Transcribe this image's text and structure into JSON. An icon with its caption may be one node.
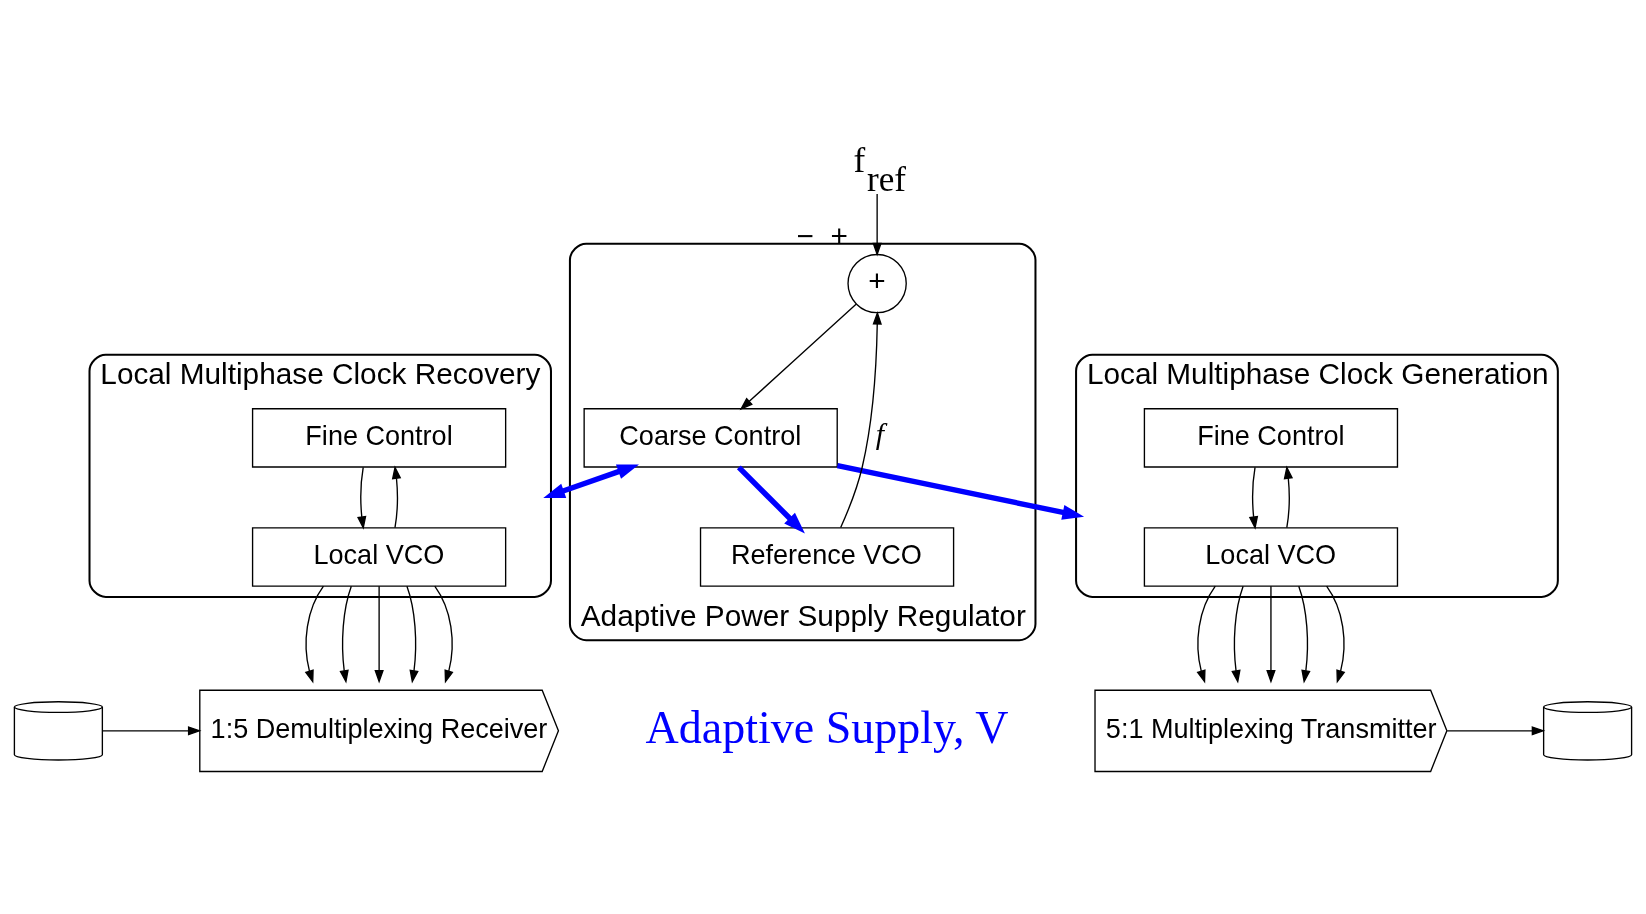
{
  "diagram": {
    "nodes": [
      {
        "text": [
          "Adaptive Power Supply Regulator"
        ]
      },
      {
        "text": [
          "f$_{ref}$"
        ]
      },
      {
        "text": [
          "+"
        ],
        "beside": [
          "−",
          "+"
        ],
        "in": 0
      },
      {
        "text": [
          "Coarse Control"
        ],
        "in": 0
      },
      {
        "text": [
          "Reference VCO"
        ],
        "in": 0
      },
      {
        "text": [
          "Local Multiphase Clock Recovery"
        ]
      },
      {
        "text": [
          "Fine Control"
        ],
        "in": 5
      },
      {
        "text": [
          "Local VCO"
        ],
        "in": 5
      },
      {
        "text": [
          "Local Multiphase Clock Generation"
        ]
      },
      {
        "text": [
          "Fine Control"
        ],
        "in": 8
      },
      {
        "text": [
          "Local VCO"
        ],
        "in": 8
      },
      {
        "text": [
          "1:5 Demultiplexing Receiver"
        ]
      },
      {
        "text": [
          "5:1 Multiplexing Transmitter"
        ]
      },
      {
        "text": [],
        "shape": "cylinder"
      },
      {
        "text": [],
        "shape": "cylinder"
      }
    ],
    "edges": [
      {
        "from": 1,
        "to": 2,
        "arrow": "to"
      },
      {
        "from": 2,
        "to": 3,
        "arrow": "to"
      },
      {
        "from": 4,
        "to": 2,
        "arrow": "to",
        "label": "f"
      },
      {
        "from": 3,
        "to": 4,
        "arrow": "to",
        "style": "thick",
        "color": "#0000ff"
      },
      {
        "from": 3,
        "to": 5,
        "arrow": "both",
        "style": "thick",
        "color": "#0000ff"
      },
      {
        "from": 3,
        "to": 8,
        "arrow": "to",
        "style": "thick",
        "color": "#0000ff"
      },
      {
        "from": 6,
        "to": 7,
        "arrow": "to"
      },
      {
        "from": 7,
        "to": 6,
        "arrow": "to"
      },
      {
        "from": 9,
        "to": 10,
        "arrow": "to"
      },
      {
        "from": 10,
        "to": 9,
        "arrow": "to"
      },
      {
        "from": 7,
        "to": 11,
        "arrow": "to"
      },
      {
        "from": 7,
        "to": 11,
        "arrow": "to"
      },
      {
        "from": 7,
        "to": 11,
        "arrow": "to"
      },
      {
        "from": 7,
        "to": 11,
        "arrow": "to"
      },
      {
        "from": 7,
        "to": 11,
        "arrow": "to"
      },
      {
        "from": 10,
        "to": 12,
        "arrow": "to"
      },
      {
        "from": 10,
        "to": 12,
        "arrow": "to"
      },
      {
        "from": 10,
        "to": 12,
        "arrow": "to"
      },
      {
        "from": 10,
        "to": 12,
        "arrow": "to"
      },
      {
        "from": 10,
        "to": 12,
        "arrow": "to"
      },
      {
        "from": 13,
        "to": 11,
        "arrow": "to"
      },
      {
        "from": 12,
        "to": 14,
        "arrow": "to"
      }
    ],
    "labels": [
      "Adaptive Supply, V"
    ]
  }
}
